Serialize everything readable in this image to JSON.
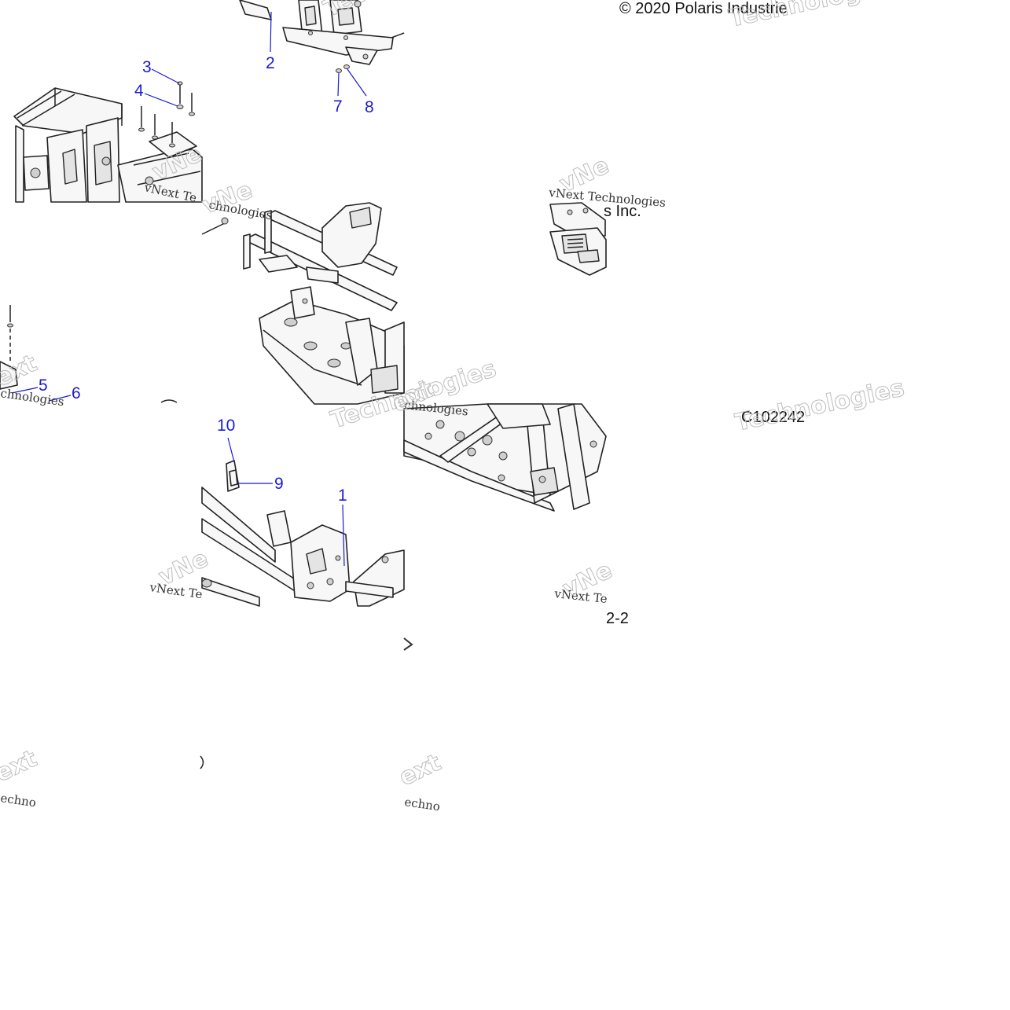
{
  "copyright": "© 2020 Polaris Industrie",
  "copyright_fragment": "s Inc.",
  "figure_code": "C102242",
  "page_fragment": "2-2",
  "callouts": [
    "1",
    "2",
    "3",
    "4",
    "5",
    "6",
    "7",
    "8",
    "9",
    "10"
  ],
  "watermark": {
    "script_text": "vNext Technologies",
    "script_fragment_a": "vNext Te",
    "script_fragment_b": "chnologies",
    "script_fragment_c": "echno",
    "outline_text": "Technologies",
    "outline_fragment": "vNe",
    "outline_fragment_b": "ext"
  },
  "colors": {
    "callout": "#1a1ad6",
    "line_art": "#222222",
    "watermark": "#bdbdbd"
  },
  "icons": {
    "arrow_glyph": "right-chevron-icon"
  }
}
